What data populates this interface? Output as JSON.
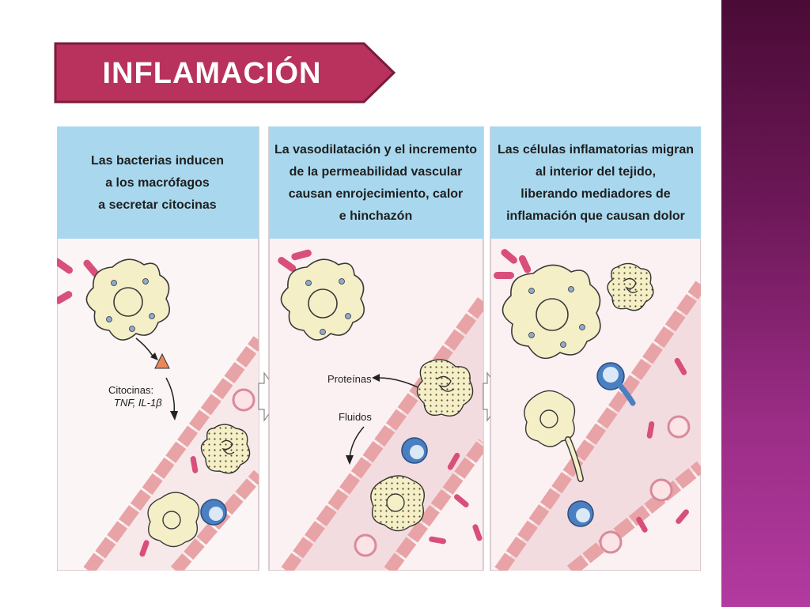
{
  "title": "INFLAMACIÓN",
  "colors": {
    "banner": "#b9325d",
    "banner_border": "#7a1d3c",
    "caption_bg": "#a9d8ee",
    "sidebar_dark": "#4a0b36",
    "sidebar_light": "#b23aa0",
    "vessel_wall": "#e8a3a6"
  },
  "panels": [
    {
      "caption_lines": [
        "Las bacterias inducen",
        "a los macrófagos",
        "a secretar citocinas"
      ],
      "labels": {
        "cytokines": "Citocinas:",
        "cytokines_note": "TNF, IL-1β"
      }
    },
    {
      "caption_lines": [
        "La vasodilatación y el incremento",
        "de la permeabilidad vascular",
        "causan enrojecimiento, calor",
        "e hinchazón"
      ],
      "labels": {
        "proteins": "Proteínas",
        "fluids": "Fluidos"
      }
    },
    {
      "caption_lines": [
        "Las células inflamatorias migran",
        "al interior del tejido,",
        "liberando mediadores de",
        "inflamación que causan dolor"
      ]
    }
  ]
}
